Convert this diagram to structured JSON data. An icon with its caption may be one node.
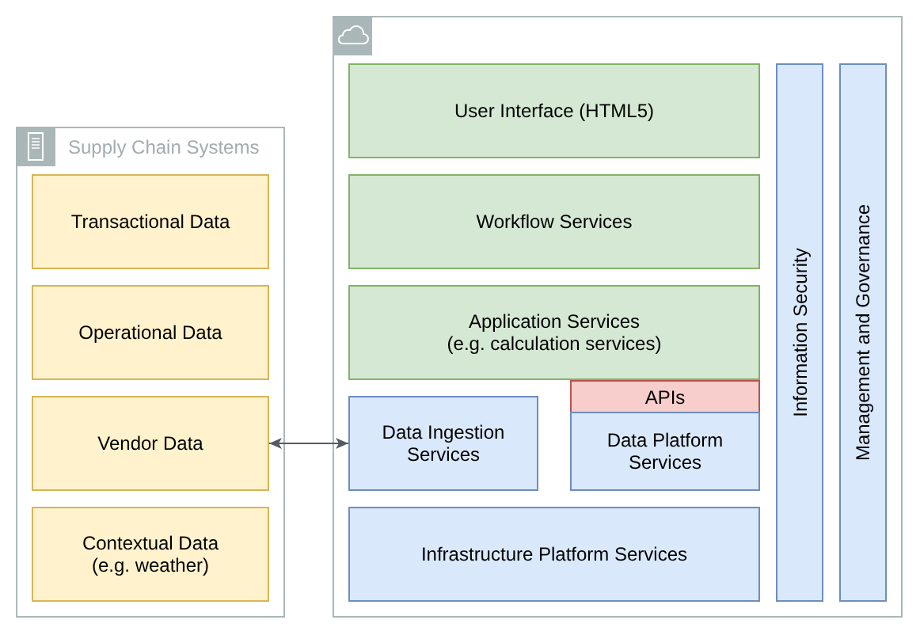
{
  "diagram": {
    "nodes": [
      {
        "text": [
          "Supply Chain Systems"
        ]
      },
      {
        "text": [
          "Transactional Data"
        ],
        "in": 0
      },
      {
        "text": [
          "Operational Data"
        ],
        "in": 0
      },
      {
        "text": [
          "Vendor Data"
        ],
        "in": 0
      },
      {
        "text": [
          "Contextual Data (e.g. weather)"
        ],
        "in": 0
      },
      {
        "text": [],
        "shape": "box"
      },
      {
        "text": [
          "User Interface (HTML5)"
        ],
        "in": 5
      },
      {
        "text": [
          "Workflow Services"
        ],
        "in": 5
      },
      {
        "text": [
          "Application Services (e.g. calculation services)"
        ],
        "in": 5
      },
      {
        "text": [
          "APIs"
        ],
        "in": 5
      },
      {
        "text": [
          "Data Ingestion Services"
        ],
        "in": 5
      },
      {
        "text": [
          "Data Platform Services"
        ],
        "in": 5
      },
      {
        "text": [
          "Infrastructure Platform Services"
        ],
        "in": 5
      },
      {
        "text": [
          "Information Security"
        ],
        "in": 5
      },
      {
        "text": [
          "Management and Governance"
        ],
        "in": 5
      }
    ],
    "edges": [
      {
        "from": 3,
        "to": 10,
        "arrow": "both"
      }
    ]
  }
}
